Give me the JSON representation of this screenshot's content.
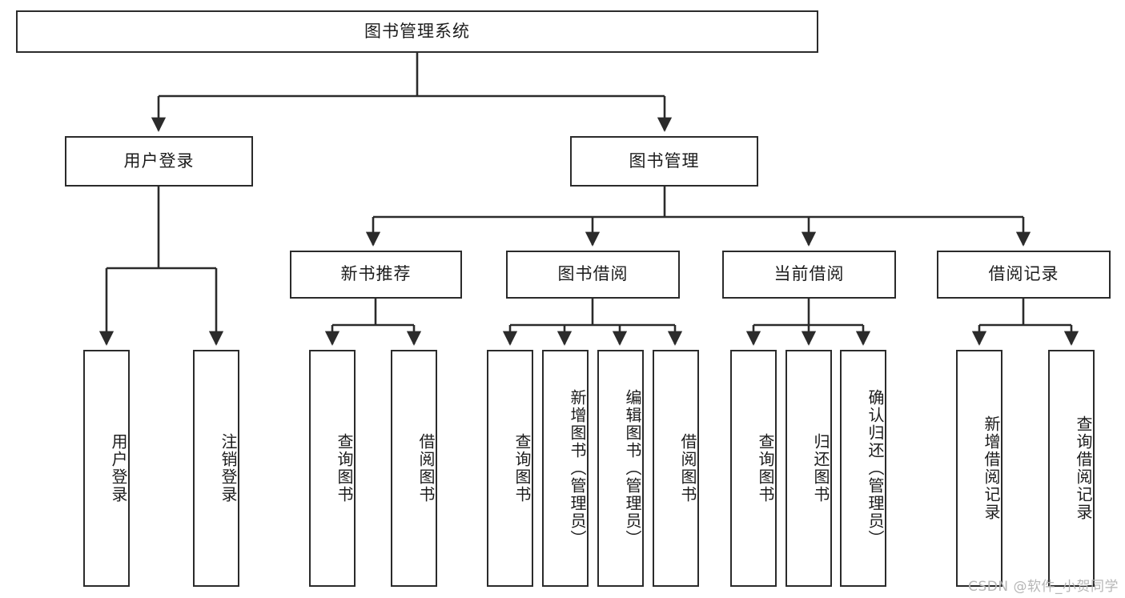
{
  "diagram": {
    "title": "图书管理系统",
    "type": "tree-hierarchy-chart",
    "line_color": "#2b2b2b",
    "box_fill": "#ffffff",
    "text_color": "#1c1c1c",
    "root": {
      "label": "图书管理系统"
    },
    "level2": [
      {
        "label": "用户登录"
      },
      {
        "label": "图书管理"
      }
    ],
    "level3": [
      {
        "label": "新书推荐"
      },
      {
        "label": "图书借阅"
      },
      {
        "label": "当前借阅"
      },
      {
        "label": "借阅记录"
      }
    ],
    "leaves": {
      "user_login": [
        {
          "label": "用户登录"
        },
        {
          "label": "注销登录"
        }
      ],
      "new_book": [
        {
          "label": "查询图书"
        },
        {
          "label": "借阅图书"
        }
      ],
      "book_borrow": [
        {
          "label": "查询图书"
        },
        {
          "label": "新增图书（管理员）"
        },
        {
          "label": "编辑图书（管理员）"
        },
        {
          "label": "借阅图书"
        }
      ],
      "current_borrow": [
        {
          "label": "查询图书"
        },
        {
          "label": "归还图书"
        },
        {
          "label": "确认归还（管理员）"
        }
      ],
      "borrow_record": [
        {
          "label": "新增借阅记录"
        },
        {
          "label": "查询借阅记录"
        }
      ]
    },
    "watermark": "CSDN @软件_小贺同学"
  }
}
